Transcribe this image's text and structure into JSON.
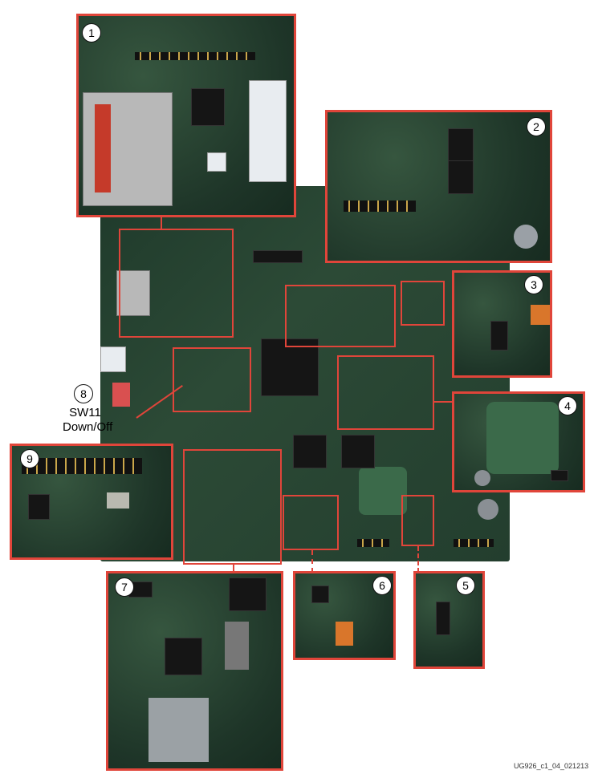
{
  "callouts": [
    {
      "number": "1"
    },
    {
      "number": "2"
    },
    {
      "number": "3"
    },
    {
      "number": "4"
    },
    {
      "number": "5"
    },
    {
      "number": "6"
    },
    {
      "number": "7"
    },
    {
      "number": "8"
    },
    {
      "number": "9"
    }
  ],
  "switch_label": {
    "name": "SW11",
    "state": "Down/Off"
  },
  "figure_id": "UG926_c1_04_021213",
  "colors": {
    "callout_border": "#e0453a",
    "pcb": "#2c4a36"
  }
}
